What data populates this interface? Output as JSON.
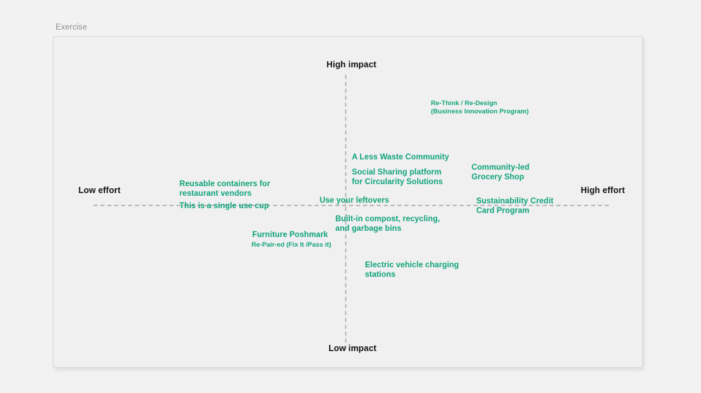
{
  "caption": "Exercise",
  "colors": {
    "note_text": "#0fa37a",
    "axis_text": "#111111",
    "axis_line": "#b9b9b9",
    "board_bg": "#f0f0f0",
    "page_bg": "#f2f2f2",
    "caption_text": "#8c8c8c"
  },
  "matrix": {
    "type": "impact-effort-matrix",
    "axes": {
      "vertical": {
        "top_label": "High impact",
        "bottom_label": "Low impact"
      },
      "horizontal": {
        "left_label": "Low effort",
        "right_label": "High effort"
      }
    },
    "notes": [
      {
        "id": "rethink",
        "text": "Re-Think / Re-Design\n(Business Innovation Program)",
        "size": "small",
        "quadrant": "high-impact-high-effort"
      },
      {
        "id": "less-waste",
        "text": "A Less Waste Community",
        "size": "normal",
        "quadrant": "high-impact-low-effort"
      },
      {
        "id": "community-grocery",
        "text": "Community-led\nGrocery Shop",
        "size": "normal",
        "quadrant": "high-impact-high-effort"
      },
      {
        "id": "social-sharing",
        "text": "Social Sharing platform\nfor Circularity Solutions",
        "size": "normal",
        "quadrant": "high-impact-low-effort"
      },
      {
        "id": "reusable",
        "text": "Reusable containers for\nrestaurant vendors",
        "size": "normal",
        "quadrant": "high-impact-low-effort"
      },
      {
        "id": "leftovers",
        "text": "Use your leftovers",
        "size": "normal",
        "quadrant": "high-impact-low-effort"
      },
      {
        "id": "sustain-credit",
        "text": "Sustainability Credit\nCard Program",
        "size": "normal",
        "quadrant": "high-impact-high-effort"
      },
      {
        "id": "single-cup",
        "text": "This is a single use cup",
        "size": "normal",
        "quadrant": "high-impact-low-effort"
      },
      {
        "id": "builtin-compost",
        "text": "Built-in compost, recycling,\nand garbage bins",
        "size": "normal",
        "quadrant": "high-impact-low-effort"
      },
      {
        "id": "furniture",
        "text": "Furniture Poshmark",
        "size": "normal",
        "quadrant": "center-low-effort"
      },
      {
        "id": "repaired",
        "text": "Re-Pair-ed (Fix It /Pass it)",
        "size": "small",
        "quadrant": "low-impact-low-effort"
      },
      {
        "id": "ev-charging",
        "text": "Electric vehicle charging\nstations",
        "size": "normal",
        "quadrant": "low-impact-high-effort"
      }
    ]
  }
}
